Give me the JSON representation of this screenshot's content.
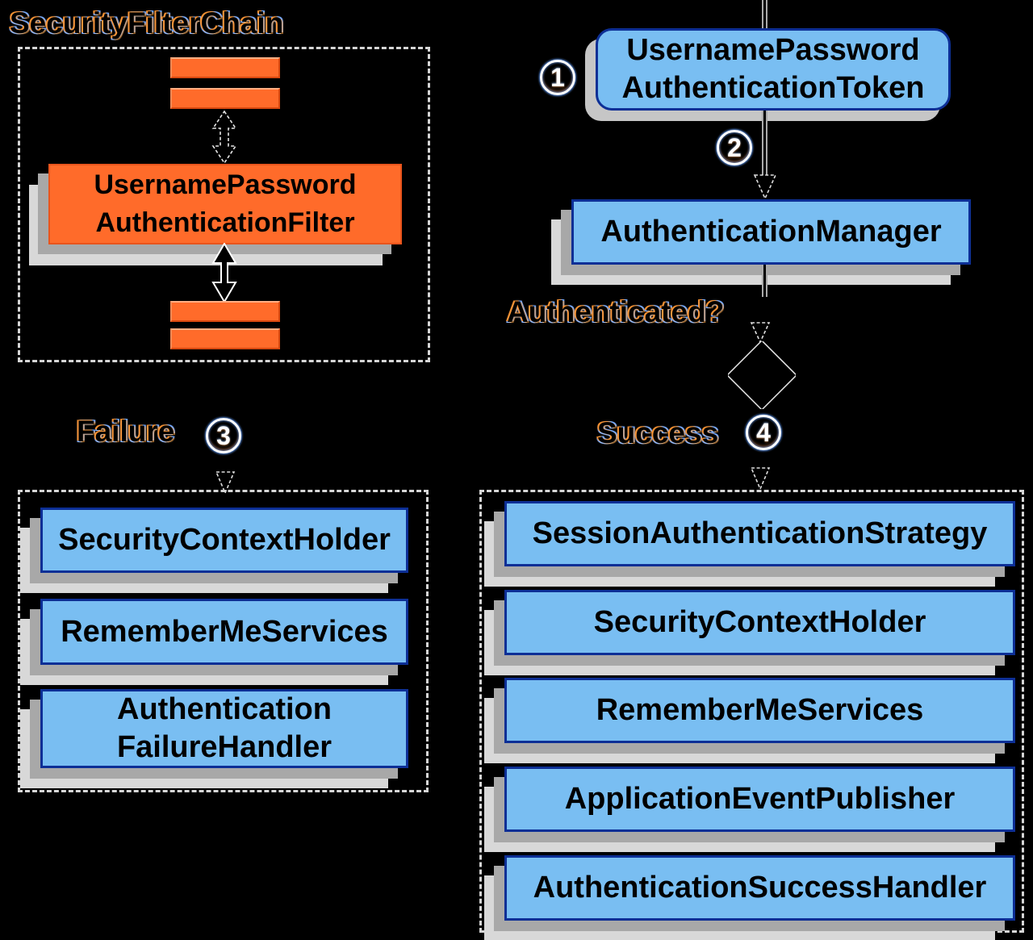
{
  "colors": {
    "background": "#000000",
    "orange_fill": "#FF6B2A",
    "blue_fill": "#79BEF2",
    "blue_border": "#0D2F96",
    "shadow_dark": "#A8A8A8",
    "shadow_light": "#D8D8D8",
    "dashed_border": "#D6D6D6"
  },
  "filter_chain": {
    "title": "SecurityFilterChain",
    "filter_box": {
      "lines": [
        "UsernamePassword",
        "AuthenticationFilter"
      ]
    }
  },
  "auth_flow": {
    "token_box": {
      "step": "1",
      "lines": [
        "UsernamePassword",
        "AuthenticationToken"
      ]
    },
    "manager_box": {
      "step": "2",
      "label": "AuthenticationManager"
    },
    "decision_label": "Authenticated?",
    "failure": {
      "label": "Failure",
      "step": "3",
      "handlers": [
        {
          "lines": [
            "SecurityContextHolder"
          ]
        },
        {
          "lines": [
            "RememberMeServices"
          ]
        },
        {
          "lines": [
            "Authentication",
            "FailureHandler"
          ]
        }
      ]
    },
    "success": {
      "label": "Success",
      "step": "4",
      "handlers": [
        {
          "lines": [
            "SessionAuthenticationStrategy"
          ]
        },
        {
          "lines": [
            "SecurityContextHolder"
          ]
        },
        {
          "lines": [
            "RememberMeServices"
          ]
        },
        {
          "lines": [
            "ApplicationEventPublisher"
          ]
        },
        {
          "lines": [
            "AuthenticationSuccessHandler"
          ]
        }
      ]
    }
  }
}
